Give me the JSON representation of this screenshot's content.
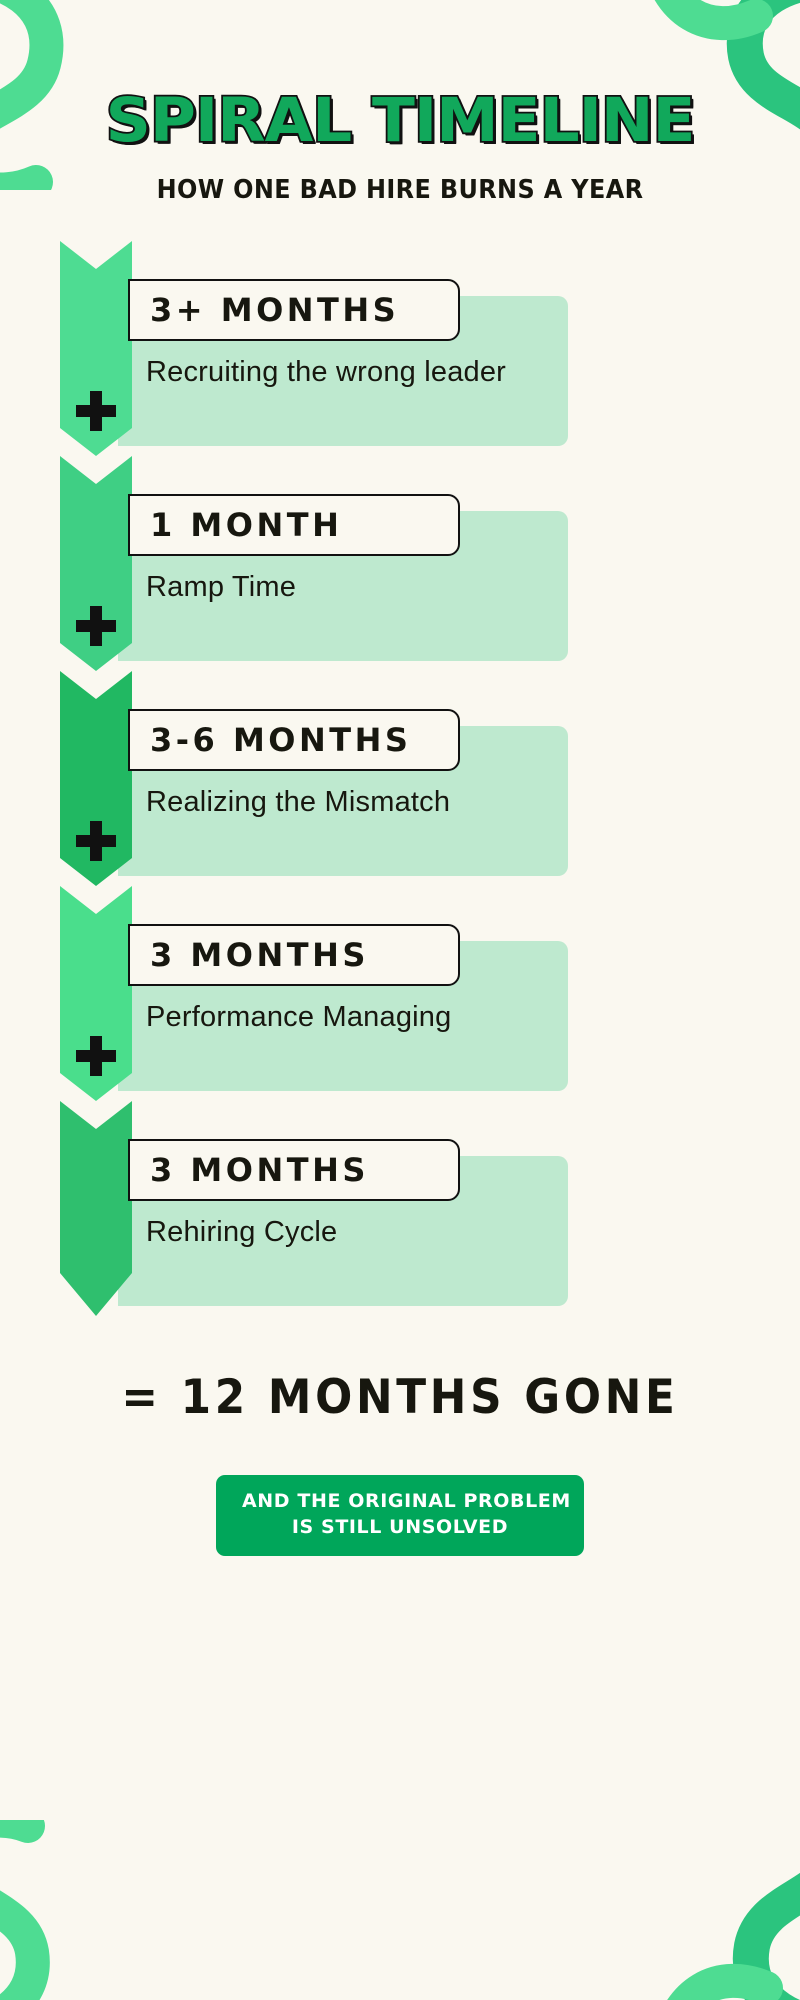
{
  "theme": {
    "background": "#FAF8F0",
    "title_green": "#11A85B",
    "outline_black": "#111111",
    "panel_green": "#BEE9CF",
    "badge_green": "#00A65A",
    "text_dark": "#17170F"
  },
  "header": {
    "title": "SPIRAL TIMELINE",
    "subtitle": "HOW ONE BAD HIRE BURNS A YEAR"
  },
  "timeline": {
    "rows": [
      {
        "duration": "3+ MONTHS",
        "description": "Recruiting the wrong leader",
        "band_color": "#4EDC92",
        "connector": "+"
      },
      {
        "duration": "1 MONTH",
        "description": "Ramp Time",
        "band_color": "#3FCF84",
        "connector": "+"
      },
      {
        "duration": "3-6 MONTHS",
        "description": "Realizing the Mismatch",
        "band_color": "#21B862",
        "connector": "+"
      },
      {
        "duration": "3 MONTHS",
        "description": "Performance Managing",
        "band_color": "#4ADE8C",
        "connector": "+"
      },
      {
        "duration": "3 MONTHS",
        "description": "Rehiring Cycle",
        "band_color": "#2FBF6E",
        "connector": ""
      }
    ]
  },
  "footer": {
    "total": "= 12 MONTHS GONE",
    "badge_line1": "AND THE ORIGINAL PROBLEM",
    "badge_line2": "IS STILL UNSOLVED"
  }
}
